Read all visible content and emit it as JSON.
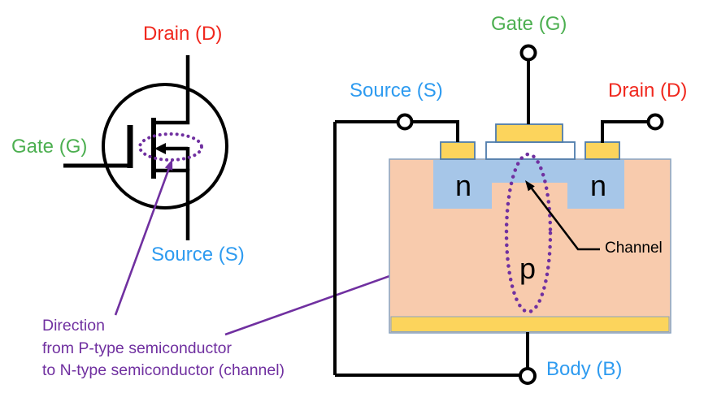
{
  "colors": {
    "drain_text": "#F0281E",
    "gate_text": "#4CAF50",
    "source_body_text": "#2E9BF0",
    "annotation_purple": "#7030A0",
    "substrate_fill": "#F8CBAD",
    "n_region_fill": "#A6C6E8",
    "contact_fill": "#FCD45C",
    "contact_outline": "#4E7CAC",
    "substrate_outline": "#87A3C2",
    "wire_black": "#000000"
  },
  "symbol": {
    "drain_label": "Drain (D)",
    "gate_label": "Gate (G)",
    "source_label": "Source (S)"
  },
  "cross_section": {
    "gate_label": "Gate (G)",
    "source_label": "Source (S)",
    "drain_label": "Drain (D)",
    "body_label": "Body (B)",
    "channel_label": "Channel",
    "n_left_label": "n",
    "n_right_label": "n",
    "p_label": "p"
  },
  "annotation": {
    "line1": "Direction",
    "line2": "from P-type semiconductor",
    "line3": "to N-type semiconductor (channel)"
  }
}
